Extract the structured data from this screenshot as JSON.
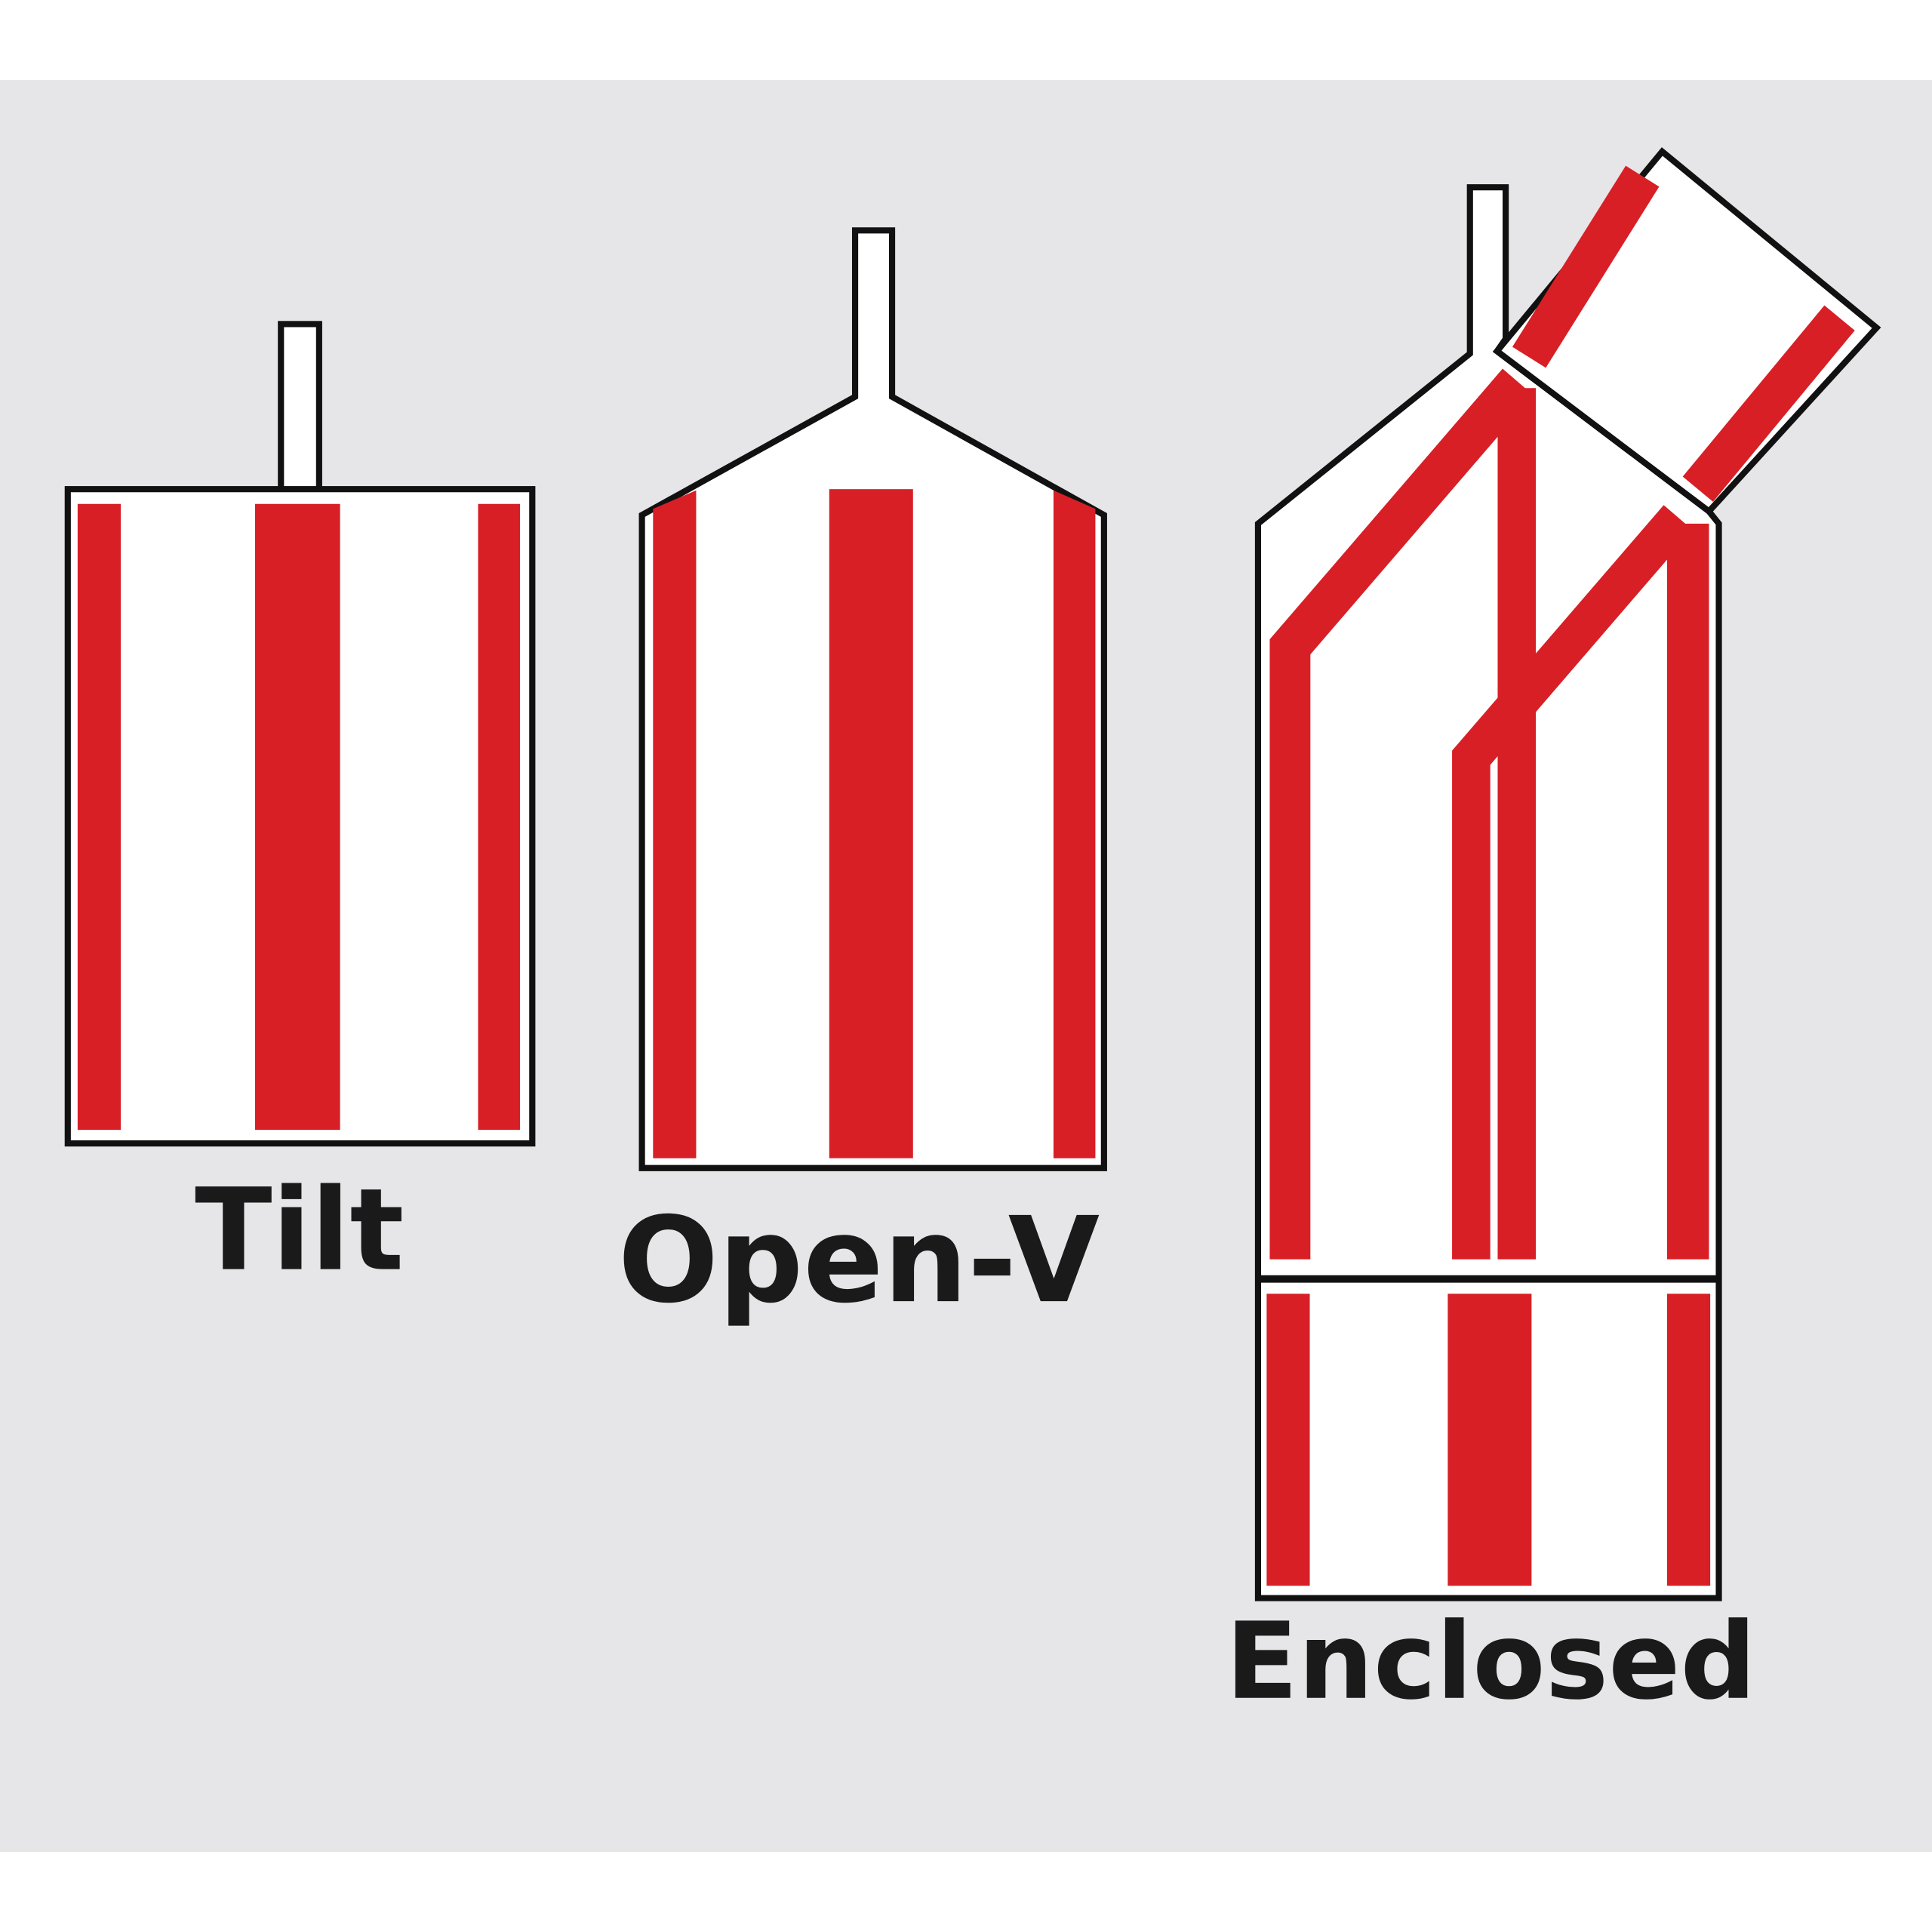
{
  "colors": {
    "panel": "#e6e6e8",
    "stripe": "#d81f26",
    "outline": "#111111",
    "interior": "#ffffff"
  },
  "vessels": [
    {
      "id": "tilt",
      "label": "Tilt"
    },
    {
      "id": "open-v",
      "label": "Open-V"
    },
    {
      "id": "enclosed",
      "label": "Enclosed"
    }
  ]
}
